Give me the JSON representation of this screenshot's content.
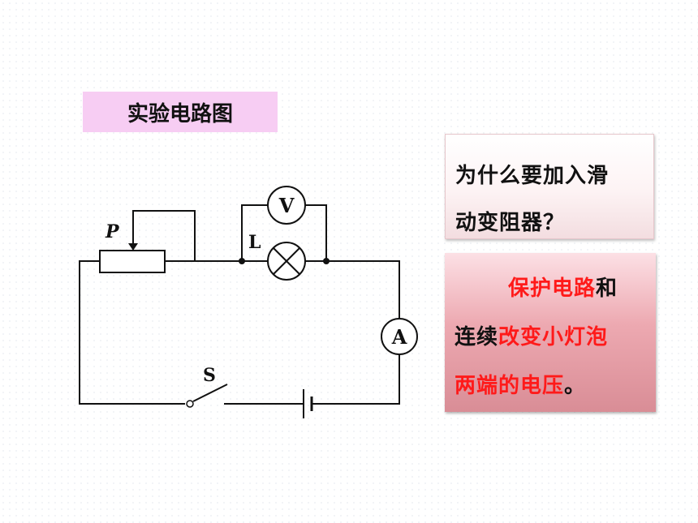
{
  "title": "实验电路图",
  "question": {
    "line1": "为什么要加入滑",
    "line2": "动变阻器？"
  },
  "answer": {
    "line1_red": "保护电路",
    "line1_dark": "和",
    "line2_dark": "连续",
    "line2_red": "改变小灯泡",
    "line3_red": "两端的电压",
    "line3_dark": "。"
  },
  "circuit": {
    "rheostat_label": "P",
    "lamp_label": "L",
    "voltmeter_label": "V",
    "ammeter_label": "A",
    "switch_label": "S"
  }
}
